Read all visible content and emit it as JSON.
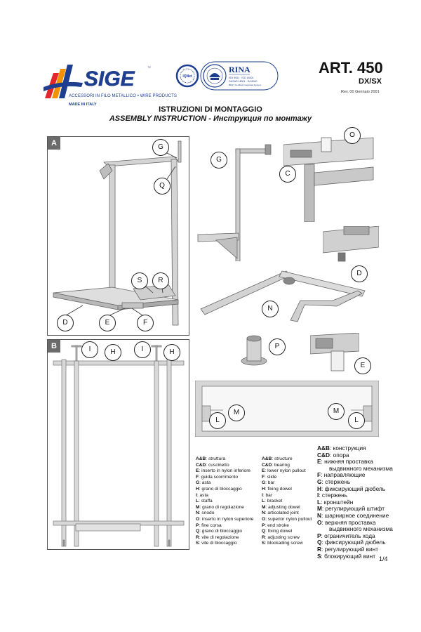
{
  "header": {
    "brand": "SIGE",
    "tagline": "ACCESSORI IN FILO METALLICO • WIRE PRODUCTS",
    "made_in": "MADE IN ITALY",
    "cert_name": "RINA",
    "cert_lines": [
      "ISO 9001 · ISO 14001",
      "OHSAS 18001 · SA 8000",
      "BEST Certified Integrated System"
    ],
    "article": "ART. 450",
    "variant": "DX/SX",
    "revision": "Rev. 00 Gennaio 2001"
  },
  "titles": {
    "it": "ISTRUZIONI DI MONTAGGIO",
    "en_ru": "ASSEMBLY INSTRUCTION - Инструкция по монтажу"
  },
  "panels": {
    "a_tag": "A",
    "b_tag": "B"
  },
  "callouts": {
    "a": [
      "G",
      "Q",
      "S",
      "R",
      "D",
      "E",
      "F"
    ],
    "b": [
      "I",
      "H",
      "I",
      "H"
    ],
    "details": [
      "G",
      "O",
      "C",
      "D",
      "N",
      "P",
      "E",
      "M",
      "L",
      "M",
      "L"
    ]
  },
  "legend_it": [
    {
      "k": "A&B",
      "t": ": struttura"
    },
    {
      "k": "C&D",
      "t": ": cuscinetto"
    },
    {
      "k": "E",
      "t": ": inserto in nylon inferiore"
    },
    {
      "k": "F",
      "t": ": guida scorrimento"
    },
    {
      "k": "G",
      "t": ": asta"
    },
    {
      "k": "H",
      "t": ": grano di bloccaggio"
    },
    {
      "k": "I",
      "t": ": asta"
    },
    {
      "k": "L",
      "t": ": staffa"
    },
    {
      "k": "M",
      "t": ": grano di regolazione"
    },
    {
      "k": "N",
      "t": ": snodo"
    },
    {
      "k": "O",
      "t": ": inserto in nylon superiore"
    },
    {
      "k": "P",
      "t": ": fine corsa"
    },
    {
      "k": "Q",
      "t": ": grano di bloccaggio"
    },
    {
      "k": "R",
      "t": ": vite di regolazione"
    },
    {
      "k": "S",
      "t": ": vite di bloccaggio"
    }
  ],
  "legend_en": [
    {
      "k": "A&B",
      "t": ": structure"
    },
    {
      "k": "C&D",
      "t": ": bearing"
    },
    {
      "k": "E",
      "t": ": lower nylon pullout"
    },
    {
      "k": "F",
      "t": ": slide"
    },
    {
      "k": "G",
      "t": ": bar"
    },
    {
      "k": "H",
      "t": ": fixing dowel"
    },
    {
      "k": "I",
      "t": ": bar"
    },
    {
      "k": "L",
      "t": ": bracket"
    },
    {
      "k": "M",
      "t": ": adjusting dowel"
    },
    {
      "k": "N",
      "t": ": articolated joint"
    },
    {
      "k": "O",
      "t": ": superior nylon pullout"
    },
    {
      "k": "P",
      "t": ": end stroke"
    },
    {
      "k": "Q",
      "t": ": fixing dowel"
    },
    {
      "k": "R",
      "t": ": adjusting screw"
    },
    {
      "k": "S",
      "t": ": blockading screw"
    }
  ],
  "legend_ru": [
    {
      "k": "A&B",
      "t": ": конструкция"
    },
    {
      "k": "C&D",
      "t": ": опора"
    },
    {
      "k": "E",
      "t": ": нижняя проставка"
    },
    {
      "k": "",
      "t": "выдвижного механизма",
      "indent": true
    },
    {
      "k": "F",
      "t": ": направляющие"
    },
    {
      "k": "G",
      "t": ": стержень"
    },
    {
      "k": "H",
      "t": ": фиксирующий дюбель"
    },
    {
      "k": "I",
      "t": ": стержень"
    },
    {
      "k": "L",
      "t": ": кронштейн"
    },
    {
      "k": "M",
      "t": ": регулирующий штифт"
    },
    {
      "k": "N",
      "t": ": шарнирное соединение"
    },
    {
      "k": "O",
      "t": ": верхняя проставка"
    },
    {
      "k": "",
      "t": "выдвижного механизма",
      "indent": true
    },
    {
      "k": "P",
      "t": ": ограничитель хода"
    },
    {
      "k": "Q",
      "t": ": фиксирующий дюбель"
    },
    {
      "k": "R",
      "t": ": регулирующий винт"
    },
    {
      "k": "S",
      "t": ": блокирующий винт"
    }
  ],
  "page": "1/4"
}
